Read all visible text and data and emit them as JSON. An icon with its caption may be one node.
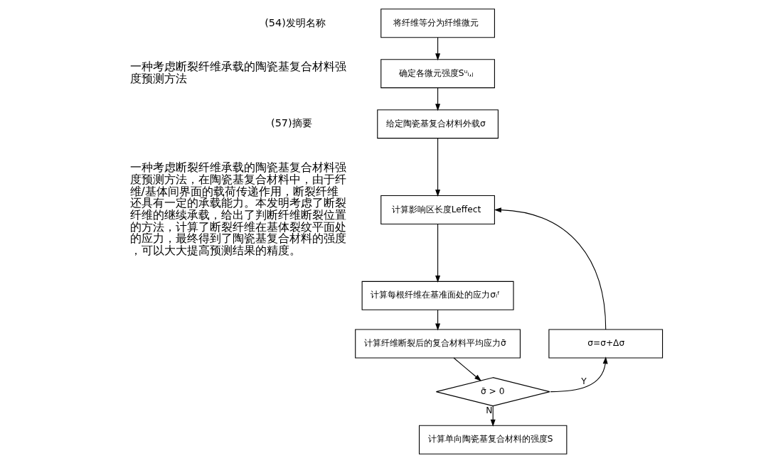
{
  "diagram": {
    "nodes": [
      {
        "text": [
          "将纤维等分为纤维微元"
        ]
      },
      {
        "text": [
          "确定各微元强度Sᵘᵢ,ⱼ"
        ]
      },
      {
        "text": [
          "给定陶瓷基复合材料外载σ"
        ]
      },
      {
        "text": [
          "计算影响区长度Leffect"
        ]
      },
      {
        "text": [
          "计算每根纤维在基准面处的应力σᵢᶠ"
        ]
      },
      {
        "text": [
          "计算纤维断裂后的复合材料平均应力σ̄"
        ]
      },
      {
        "text": [
          "σ̄ > 0"
        ]
      },
      {
        "text": [
          "计算单向陶瓷基复合材料的强度S"
        ]
      },
      {
        "text": [
          "σ=σ+Δσ"
        ]
      }
    ],
    "edges": [
      {
        "from": 0,
        "to": 1,
        "arrow": "to"
      },
      {
        "from": 1,
        "to": 2,
        "arrow": "to"
      },
      {
        "from": 2,
        "to": 3,
        "arrow": "to"
      },
      {
        "from": 3,
        "to": 4,
        "arrow": "to"
      },
      {
        "from": 4,
        "to": 5,
        "arrow": "to"
      },
      {
        "from": 5,
        "to": 6,
        "arrow": "to"
      },
      {
        "from": 6,
        "to": 7,
        "arrow": "to",
        "label": "N"
      },
      {
        "from": 6,
        "to": 8,
        "arrow": "to",
        "label": "Y"
      },
      {
        "from": 8,
        "to": 3,
        "arrow": "to"
      }
    ],
    "labels": [
      "(54)发明名称",
      "一种考虑断裂纤维承载的陶瓷基复合材料强度预测方法",
      "(57)摘要",
      "一种考虑断裂纤维承载的陶瓷基复合材料强度预测方法，在陶瓷基复合材料中，由于纤维/基体间界面的载荷传递作用，断裂纤维还具有一定的承载能力。本发明考虑了断裂纤维的继续承载，给出了判断纤维断裂位置的方法，计算了断裂纤维在基体裂纹平面处的应力，最终得到了陶瓷基复合材料的强度，可以大大提高预测结果的精度。"
    ]
  }
}
